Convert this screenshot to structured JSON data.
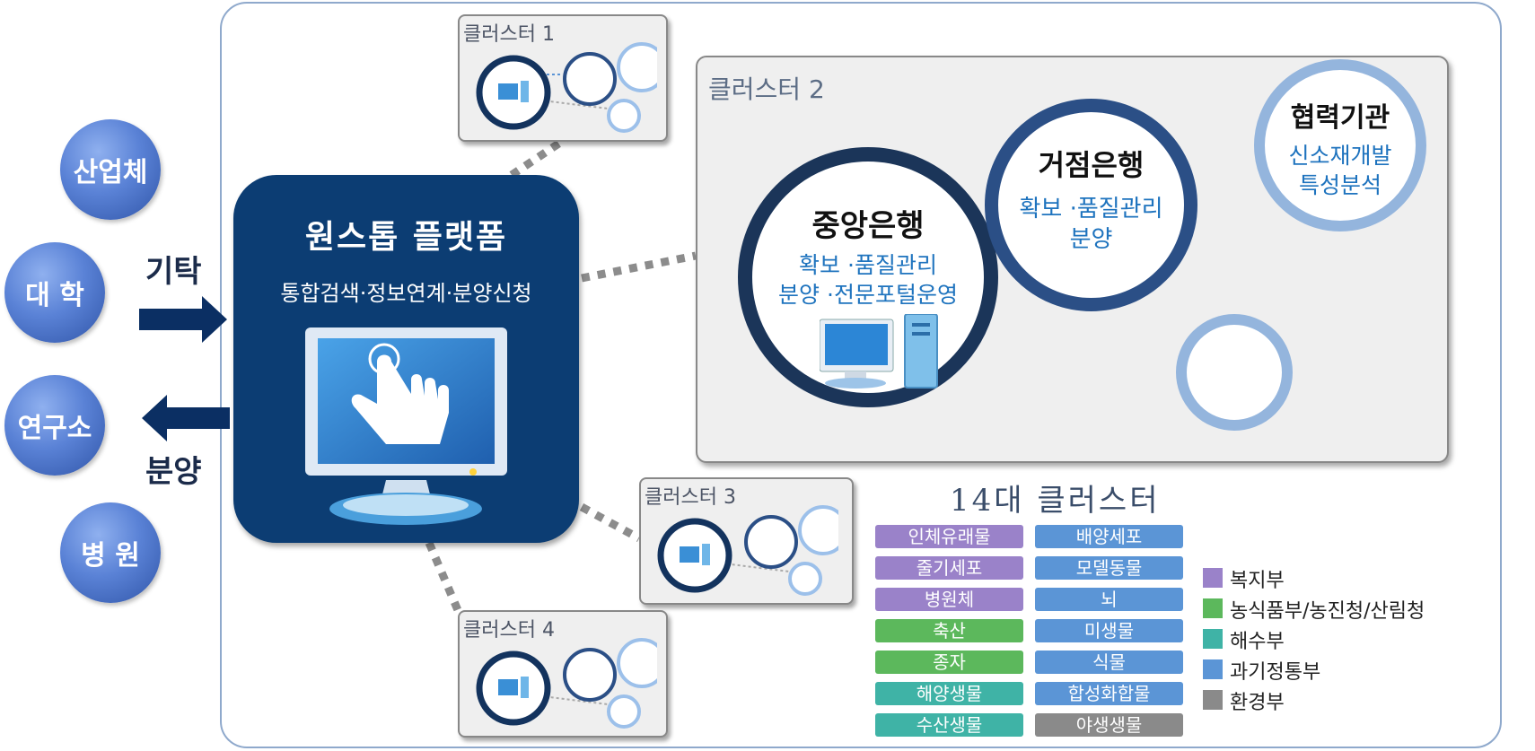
{
  "external": {
    "industry": "산업체",
    "university": "대 학",
    "institute": "연구소",
    "hospital": "병 원",
    "deposit_label": "기탁",
    "distribute_label": "분양"
  },
  "platform": {
    "title": "원스톱 플랫폼",
    "subtitle": "통합검색·정보연계·분양신청"
  },
  "clusters": {
    "c1": "클러스터 1",
    "c2": "클러스터 2",
    "c3": "클러스터 3",
    "c4": "클러스터 4"
  },
  "cluster2": {
    "central": {
      "name": "중앙은행",
      "desc1": "확보 ·품질관리",
      "desc2": "분양 ·전문포털운영"
    },
    "hub": {
      "name": "거점은행",
      "desc1": "확보 ·품질관리",
      "desc2": "분양"
    },
    "partner": {
      "name": "협력기관",
      "desc1": "신소재개발",
      "desc2": "특성분석"
    }
  },
  "legend": {
    "title": "14대 클러스터",
    "left_tags": [
      {
        "label": "인체유래물",
        "color": "#9a82c9"
      },
      {
        "label": "줄기세포",
        "color": "#9a82c9"
      },
      {
        "label": "병원체",
        "color": "#9a82c9"
      },
      {
        "label": "축산",
        "color": "#5cb85c"
      },
      {
        "label": "종자",
        "color": "#5cb85c"
      },
      {
        "label": "해양생물",
        "color": "#3fb3a6"
      },
      {
        "label": "수산생물",
        "color": "#3fb3a6"
      }
    ],
    "right_tags": [
      {
        "label": "배양세포",
        "color": "#5b95d6"
      },
      {
        "label": "모델동물",
        "color": "#5b95d6"
      },
      {
        "label": "뇌",
        "color": "#5b95d6"
      },
      {
        "label": "미생물",
        "color": "#5b95d6"
      },
      {
        "label": "식물",
        "color": "#5b95d6"
      },
      {
        "label": "합성화합물",
        "color": "#5b95d6"
      },
      {
        "label": "야생생물",
        "color": "#8a8a8a"
      }
    ],
    "ministries": [
      {
        "label": "복지부",
        "color": "#9a82c9"
      },
      {
        "label": "농식품부/농진청/산림청",
        "color": "#5cb85c"
      },
      {
        "label": "해수부",
        "color": "#3fb3a6"
      },
      {
        "label": "과기정통부",
        "color": "#5b95d6"
      },
      {
        "label": "환경부",
        "color": "#8a8a8a"
      }
    ]
  }
}
